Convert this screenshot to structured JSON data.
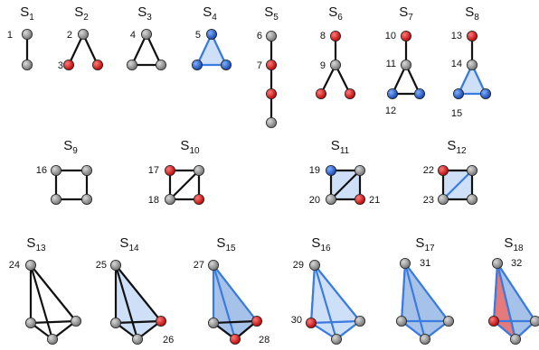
{
  "colors": {
    "gray_node": "#8c8c8c",
    "red_node": "#d21e1e",
    "blue_node": "#1f5fd1",
    "edge": "#111111",
    "blue_edge": "#3a7be0",
    "light_blue_fill": "#c9dcf7",
    "mid_blue_fill": "#9dbbe6",
    "red_fill": "#e36a6a"
  },
  "graphs": [
    {
      "id": "s1",
      "title_main": "S",
      "title_sub": "1",
      "label_numbers": [
        "1"
      ]
    },
    {
      "id": "s2",
      "title_main": "S",
      "title_sub": "2",
      "label_numbers": [
        "2",
        "3"
      ]
    },
    {
      "id": "s3",
      "title_main": "S",
      "title_sub": "3",
      "label_numbers": [
        "4"
      ]
    },
    {
      "id": "s4",
      "title_main": "S",
      "title_sub": "4",
      "label_numbers": [
        "5"
      ]
    },
    {
      "id": "s5",
      "title_main": "S",
      "title_sub": "5",
      "label_numbers": [
        "6",
        "7"
      ]
    },
    {
      "id": "s6",
      "title_main": "S",
      "title_sub": "6",
      "label_numbers": [
        "8",
        "9"
      ]
    },
    {
      "id": "s7",
      "title_main": "S",
      "title_sub": "7",
      "label_numbers": [
        "10",
        "11",
        "12"
      ]
    },
    {
      "id": "s8",
      "title_main": "S",
      "title_sub": "8",
      "label_numbers": [
        "13",
        "14",
        "15"
      ]
    },
    {
      "id": "s9",
      "title_main": "S",
      "title_sub": "9",
      "label_numbers": [
        "16"
      ]
    },
    {
      "id": "s10",
      "title_main": "S",
      "title_sub": "10",
      "label_numbers": [
        "17",
        "18"
      ]
    },
    {
      "id": "s11",
      "title_main": "S",
      "title_sub": "11",
      "label_numbers": [
        "19",
        "20",
        "21"
      ]
    },
    {
      "id": "s12",
      "title_main": "S",
      "title_sub": "12",
      "label_numbers": [
        "22",
        "23"
      ]
    },
    {
      "id": "s13",
      "title_main": "S",
      "title_sub": "13",
      "label_numbers": [
        "24"
      ]
    },
    {
      "id": "s14",
      "title_main": "S",
      "title_sub": "14",
      "label_numbers": [
        "25",
        "26"
      ]
    },
    {
      "id": "s15",
      "title_main": "S",
      "title_sub": "15",
      "label_numbers": [
        "27",
        "28"
      ]
    },
    {
      "id": "s16",
      "title_main": "S",
      "title_sub": "16",
      "label_numbers": [
        "29",
        "30"
      ]
    },
    {
      "id": "s17",
      "title_main": "S",
      "title_sub": "17",
      "label_numbers": [
        "31"
      ]
    },
    {
      "id": "s18",
      "title_main": "S",
      "title_sub": "18",
      "label_numbers": [
        "32"
      ]
    }
  ]
}
